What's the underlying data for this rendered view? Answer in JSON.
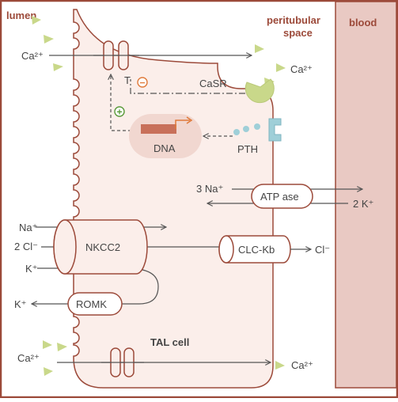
{
  "colors": {
    "border": "#9c4a3a",
    "cell_fill": "#fbeeea",
    "blood_fill": "#e9c9c3",
    "arrow": "#555555",
    "calcium": "#c9d88a",
    "receptor": "#c9d88a",
    "pth": "#9fcfd8",
    "dna_bar": "#c8705a",
    "promoter_arrow": "#e07a3a",
    "minus_sign": "#e07a3a",
    "plus_sign": "#5a9a3a"
  },
  "regions": {
    "lumen": "lumen",
    "peritubular_line1": "peritubular",
    "peritubular_line2": "space",
    "blood": "blood",
    "cell": "TAL cell"
  },
  "labels": {
    "ca_lumen_top": "Ca²⁺",
    "ca_peri_top": "Ca²⁺",
    "casr": "CaSR",
    "t_mark": "T",
    "pth": "PTH",
    "dna": "DNA",
    "na_in": "3 Na⁺",
    "k_in": "2 K⁺",
    "atpase": "ATP ase",
    "na_nkcc": "Na⁺",
    "cl_nkcc": "2 Cl⁻",
    "k_nkcc": "K⁺",
    "nkcc2": "NKCC2",
    "clc_kb": "CLC-Kb",
    "cl_out": "Cl⁻",
    "romk": "ROMK",
    "k_out": "K⁺",
    "ca_lumen_bottom": "Ca²⁺",
    "ca_peri_bottom": "Ca²⁺"
  },
  "signs": {
    "minus": "−",
    "plus": "+"
  }
}
